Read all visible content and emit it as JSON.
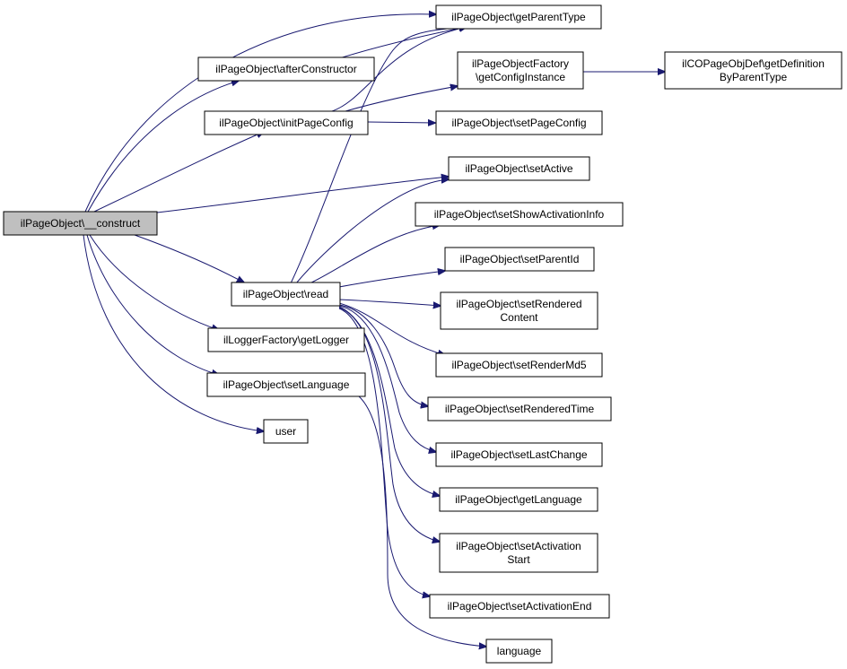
{
  "graph": {
    "edge_color": "#191970",
    "root_fill": "#bfbfbf",
    "node_fill": "#ffffff",
    "nodes": {
      "construct": [
        "ilPageObject\\__construct"
      ],
      "getParentType": [
        "ilPageObject\\getParentType"
      ],
      "afterConstructor": [
        "ilPageObject\\afterConstructor"
      ],
      "getConfigInstance": [
        "ilPageObjectFactory",
        "\\getConfigInstance"
      ],
      "getDefinitionByParentType": [
        "ilCOPageObjDef\\getDefinition",
        "ByParentType"
      ],
      "initPageConfig": [
        "ilPageObject\\initPageConfig"
      ],
      "setPageConfig": [
        "ilPageObject\\setPageConfig"
      ],
      "setActive": [
        "ilPageObject\\setActive"
      ],
      "setShowActivationInfo": [
        "ilPageObject\\setShowActivationInfo"
      ],
      "setParentId": [
        "ilPageObject\\setParentId"
      ],
      "read": [
        "ilPageObject\\read"
      ],
      "setRenderedContent": [
        "ilPageObject\\setRendered",
        "Content"
      ],
      "getLogger": [
        "ilLoggerFactory\\getLogger"
      ],
      "setRenderMd5": [
        "ilPageObject\\setRenderMd5"
      ],
      "setLanguage": [
        "ilPageObject\\setLanguage"
      ],
      "setRenderedTime": [
        "ilPageObject\\setRenderedTime"
      ],
      "user": [
        "user"
      ],
      "setLastChange": [
        "ilPageObject\\setLastChange"
      ],
      "getLanguage": [
        "ilPageObject\\getLanguage"
      ],
      "setActivationStart": [
        "ilPageObject\\setActivation",
        "Start"
      ],
      "setActivationEnd": [
        "ilPageObject\\setActivationEnd"
      ],
      "language": [
        "language"
      ]
    }
  }
}
